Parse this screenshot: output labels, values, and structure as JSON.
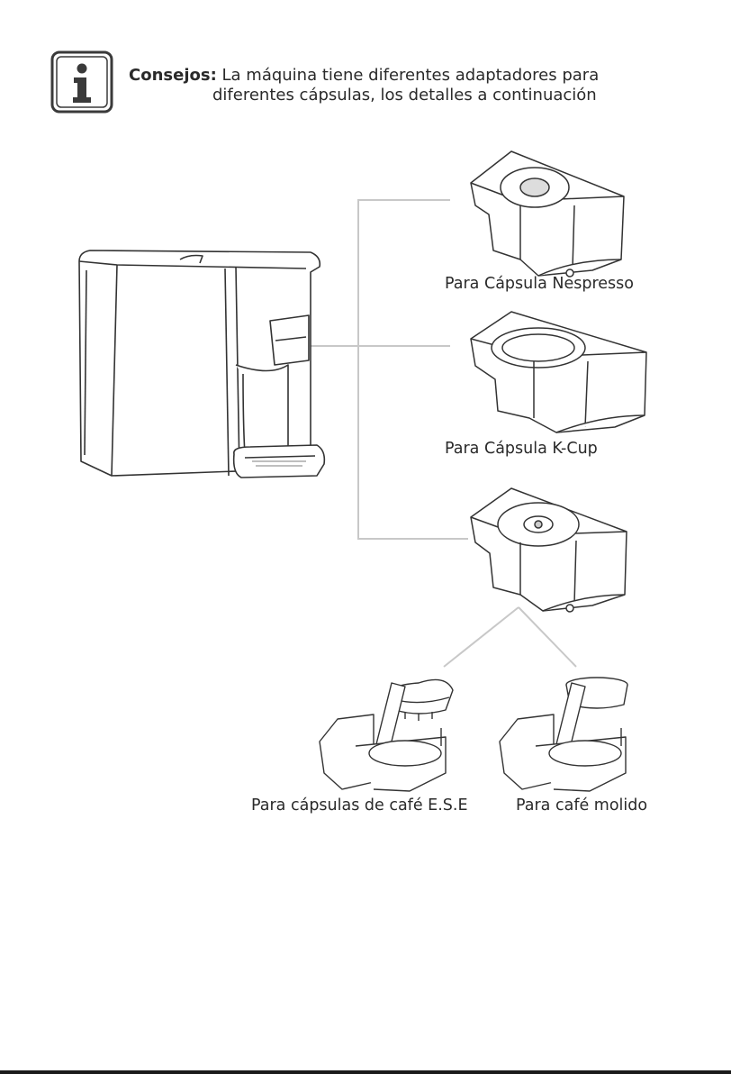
{
  "tips": {
    "heading": "Consejos:",
    "line1": "La máquina tiene diferentes adaptadores para",
    "line2": "diferentes cápsulas, los detalles a continuación"
  },
  "labels": {
    "nespresso": "Para Cápsula Nespresso",
    "kcup_prefix": "Para Cápsula ",
    "kcup_name": "K-Cup",
    "ese": "Para cápsulas de café E.S.E",
    "ground": "Para café molido"
  },
  "icons": {
    "info": "info-icon"
  },
  "colors": {
    "line": "#c8c8c8",
    "ink": "#2a2a2a"
  }
}
